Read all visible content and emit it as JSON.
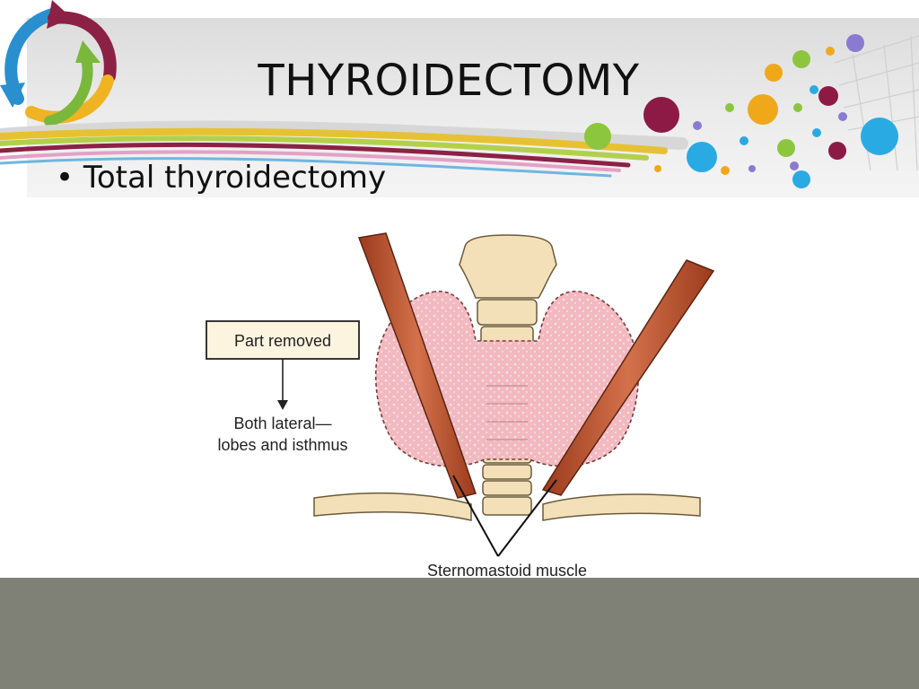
{
  "slide": {
    "title": "THYROIDECTOMY",
    "bullet": "• Total thyroidectomy"
  },
  "figure": {
    "box_label": "Part removed",
    "removed_line1": "Both lateral—",
    "removed_line2": "lobes and isthmus",
    "muscle_label": "Sternomastoid muscle"
  },
  "colors": {
    "footer": "#7f8176",
    "gland": "#f2b9c0",
    "muscle": "#b5532f",
    "cartilage": "#f3e0b8"
  }
}
